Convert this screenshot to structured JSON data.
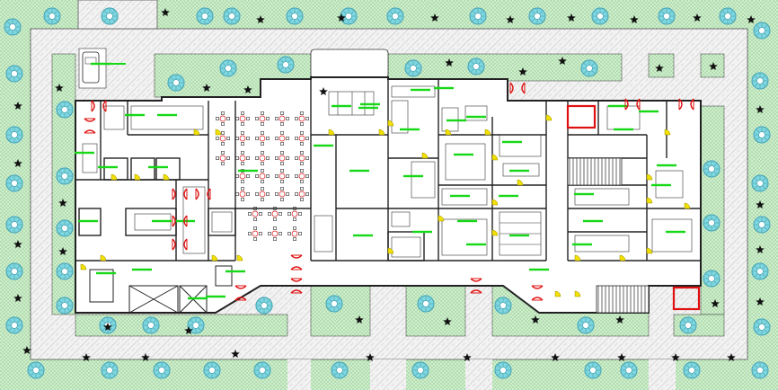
{
  "drawing": {
    "kind": "architectural floor plan (CAD)",
    "colors": {
      "background": "#ffffff",
      "landscape_fill": "#cfeecd",
      "landscape_dot": "#6fb36c",
      "pavement_fill": "#f2f2f2",
      "pavement_hatch": "#c8c8c8",
      "wall": "#222222",
      "furniture": "#333333",
      "room_tag": "#17d817",
      "door_red": "#e01010",
      "door_yellow": "#f2e000",
      "tree_ring": "#4aa8b8",
      "tree_fill": "#7fd6de",
      "shrub": "#111111",
      "stair": "#444444"
    },
    "icons": {
      "tree": "round-tree-symbol",
      "shrub": "star-shrub-symbol",
      "car": "parked-car-symbol",
      "door": "double-swing-door-symbol",
      "table": "round-table-with-chairs-symbol"
    },
    "room_tag_count": 46,
    "text_labels": []
  }
}
